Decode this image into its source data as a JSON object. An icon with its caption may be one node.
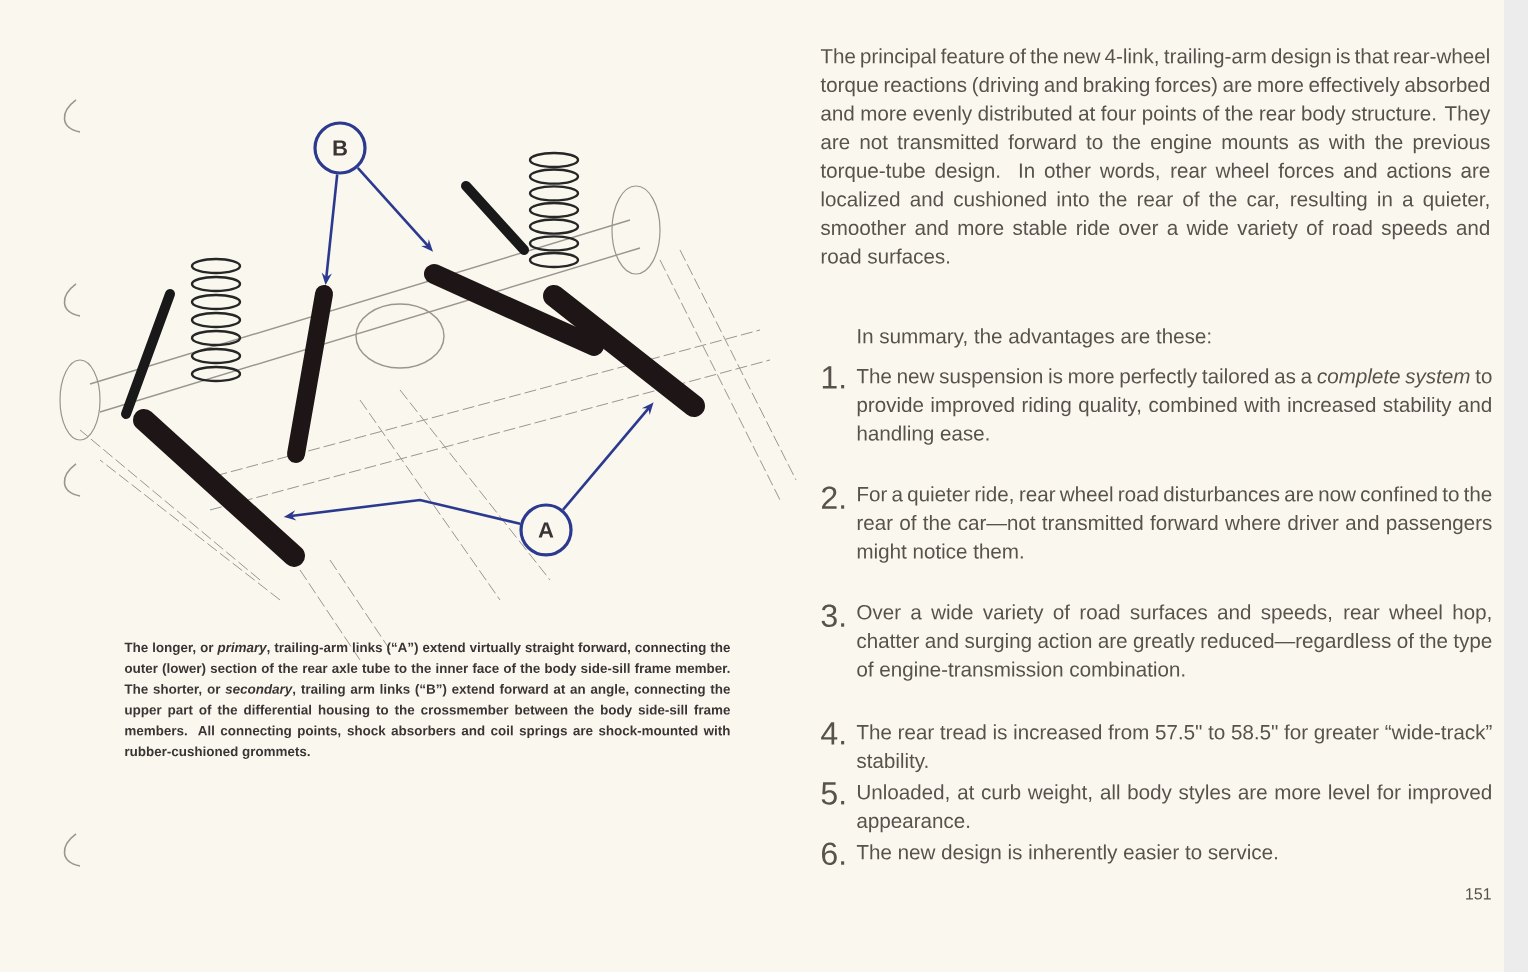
{
  "diagram": {
    "caption": "The longer, or *primary*, trailing-arm links (“A”) extend virtually straight forward, connecting the outer (lower) section of the rear axle tube to the inner face of the body side-sill frame member. The shorter, or *secondary*, trailing arm links (“B”) extend forward at an angle, connecting the upper part of the differential housing to the crossmember between the body side-sill frame members. All connecting points, shock absorbers and coil springs are shock-mounted with rubber-cushioned grommets.",
    "nodes": [
      {
        "text": [
          "B"
        ]
      },
      {
        "text": [
          "A"
        ]
      },
      {
        "text": [],
        "shape": "bar"
      },
      {
        "text": [],
        "shape": "bar"
      },
      {
        "text": [],
        "shape": "bar"
      },
      {
        "text": [],
        "shape": "bar"
      }
    ],
    "edges": [
      {
        "from": 0,
        "to": 2,
        "arrow": "to"
      },
      {
        "from": 0,
        "to": 3,
        "arrow": "to"
      },
      {
        "from": 1,
        "to": 4,
        "arrow": "to"
      },
      {
        "from": 1,
        "to": 5,
        "arrow": "to"
      }
    ],
    "labels": [
      "The principal feature of the new 4-link, trailing-arm design is that rear-wheel torque reactions (driving and braking forces) are more effectively absorbed and more evenly distributed at four points of the rear body structure. They are not transmitted forward to the engine mounts as with the previous torque-tube design. In other words, rear wheel forces and actions are localized and cushioned into the rear of the car, resulting in a quieter, smoother and more stable ride over a wide variety of road speeds and road surfaces.",
      "In summary, the advantages are these:",
      "1.",
      "The new suspension is more perfectly tailored as a *complete system* to provide improved riding quality, combined with increased stability and handling ease.",
      "2.",
      "For a quieter ride, rear wheel road disturbances are now confined to the rear of the car—not transmitted forward where driver and passengers might notice them.",
      "3.",
      "Over a wide variety of road surfaces and speeds, rear wheel hop, chatter and surging action are greatly reduced—regardless of the type of engine-transmission combination.",
      "4.",
      "The rear tread is increased from 57.5\" to 58.5\" for greater “wide-track” stability.",
      "5.",
      "Unloaded, at curb weight, all body styles are more level for improved appearance.",
      "6.",
      "The new design is inherently easier to service.",
      "151"
    ]
  }
}
